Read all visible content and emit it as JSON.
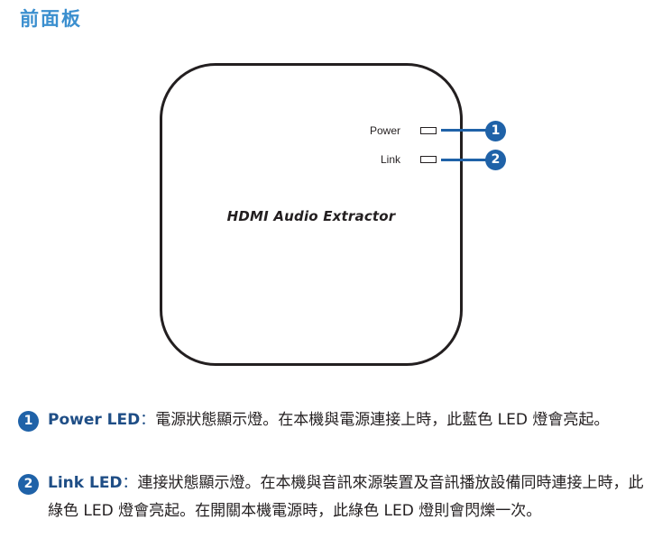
{
  "section_title": "前面板",
  "device": {
    "product_name": "HDMI Audio Extractor",
    "leds": [
      {
        "label": "Power",
        "callout": "1"
      },
      {
        "label": "Link",
        "callout": "2"
      }
    ]
  },
  "descriptions": [
    {
      "number": "1",
      "title": "Power LED",
      "separator": "：",
      "text": "電源狀態顯示燈。在本機與電源連接上時，此藍色 LED 燈會亮起。"
    },
    {
      "number": "2",
      "title": "Link LED",
      "separator": "：",
      "text": "連接狀態顯示燈。在本機與音訊來源裝置及音訊播放設備同時連接上時，此綠色 LED 燈會亮起。在開關本機電源時，此綠色 LED 燈則會閃爍一次。"
    }
  ],
  "colors": {
    "title_blue": "#3b8fcf",
    "callout_blue": "#1f62a8",
    "text": "#231f20"
  }
}
